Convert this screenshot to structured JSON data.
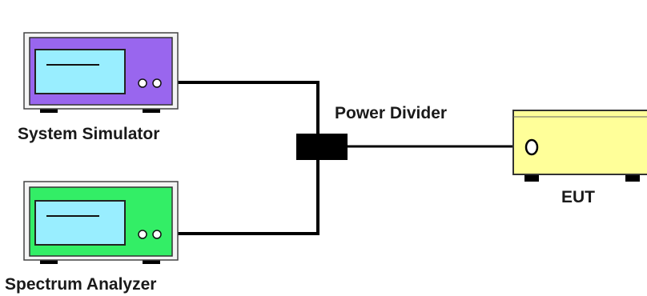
{
  "diagram": {
    "system_simulator": {
      "label": "System Simulator",
      "body_color": "#9966ee",
      "screen_color": "#99eeff"
    },
    "spectrum_analyzer": {
      "label": "Spectrum Analyzer",
      "body_color": "#33ee66",
      "screen_color": "#99eeff"
    },
    "power_divider": {
      "label": "Power Divider",
      "color": "#000000"
    },
    "eut": {
      "label": "EUT",
      "body_color": "#ffff99"
    },
    "connections": [
      {
        "from": "System Simulator",
        "to": "Power Divider"
      },
      {
        "from": "Spectrum Analyzer",
        "to": "Power Divider"
      },
      {
        "from": "Power Divider",
        "to": "EUT"
      }
    ]
  }
}
